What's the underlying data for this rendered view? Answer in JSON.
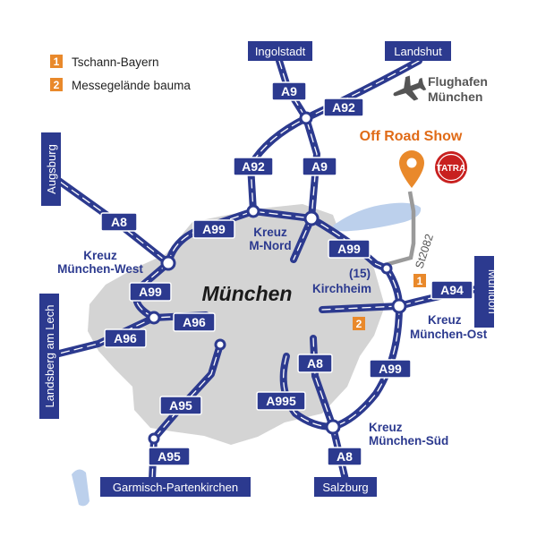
{
  "map": {
    "city": "München",
    "legend": [
      {
        "number": "1",
        "label": "Tschann-Bayern"
      },
      {
        "number": "2",
        "label": "Messegelände bauma"
      }
    ],
    "event": {
      "title": "Off Road Show",
      "brand_logo": "TATRA"
    },
    "airport": {
      "line1": "Flughafen",
      "line2": "München",
      "icon": "airplane-icon"
    },
    "local_road": {
      "name": "St2082",
      "exit": "(15)"
    },
    "destinations": {
      "ingolstadt": "Ingolstadt",
      "landshut": "Landshut",
      "augsburg": "Augsburg",
      "landsberg": "Landsberg am Lech",
      "garmisch": "Garmisch-Partenkirchen",
      "salzburg": "Salzburg",
      "muehldorf": "Mühldorf"
    },
    "shields": {
      "a9_north": "A9",
      "a92_north": "A92",
      "a92_mid": "A92",
      "a9_mid": "A9",
      "a8_west": "A8",
      "a99_north": "A99",
      "a99_ne": "A99",
      "a99_west": "A99",
      "a96_inner": "A96",
      "a96_outer": "A96",
      "a94": "A94",
      "a8_south": "A8",
      "a99_se": "A99",
      "a995": "A995",
      "a95_inner": "A95",
      "a95_outer": "A95",
      "a8_bottom": "A8"
    },
    "junctions": {
      "kreuz_west": {
        "line1": "Kreuz",
        "line2": "München-West"
      },
      "kreuz_nord": {
        "line1": "Kreuz",
        "line2": "M-Nord"
      },
      "kreuz_ost": {
        "line1": "Kreuz",
        "line2": "München-Ost"
      },
      "kreuz_sued": {
        "line1": "Kreuz",
        "line2": "München-Süd"
      },
      "kirchheim": "Kirchheim"
    },
    "colors": {
      "highway": "#2c3a8f",
      "city_area": "#d4d4d4",
      "water": "#bcd0ec",
      "accent_orange": "#e9892b",
      "event_orange": "#e06b17",
      "tatra_red": "#c8201f",
      "local_road": "#9a9a9a"
    }
  }
}
